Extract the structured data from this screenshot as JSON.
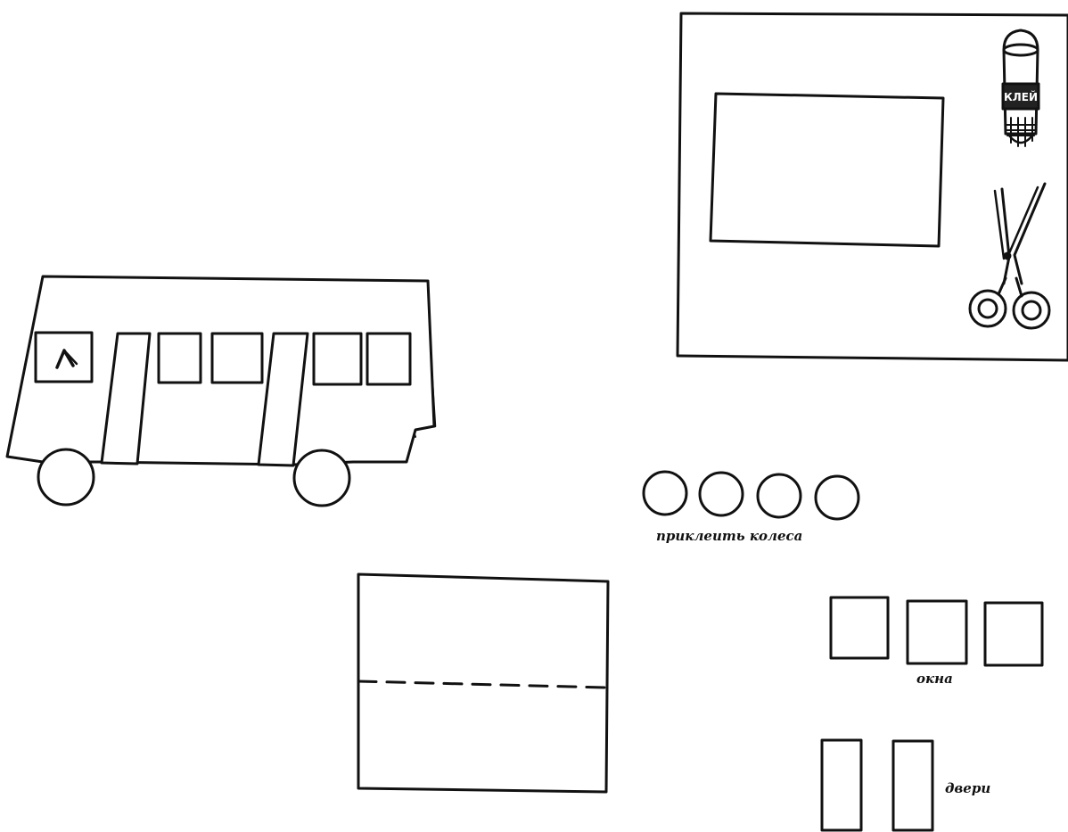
{
  "labels": {
    "wheels": "приклеить колеса",
    "windows": "окна",
    "doors": "двери",
    "glue_stick": "КЛЕЙ"
  },
  "colors": {
    "ink": "#111111",
    "paper": "#ffffff"
  },
  "icons": [
    "bus-illustration",
    "glue-stick-icon",
    "scissors-icon",
    "steering-wheel-icon"
  ]
}
